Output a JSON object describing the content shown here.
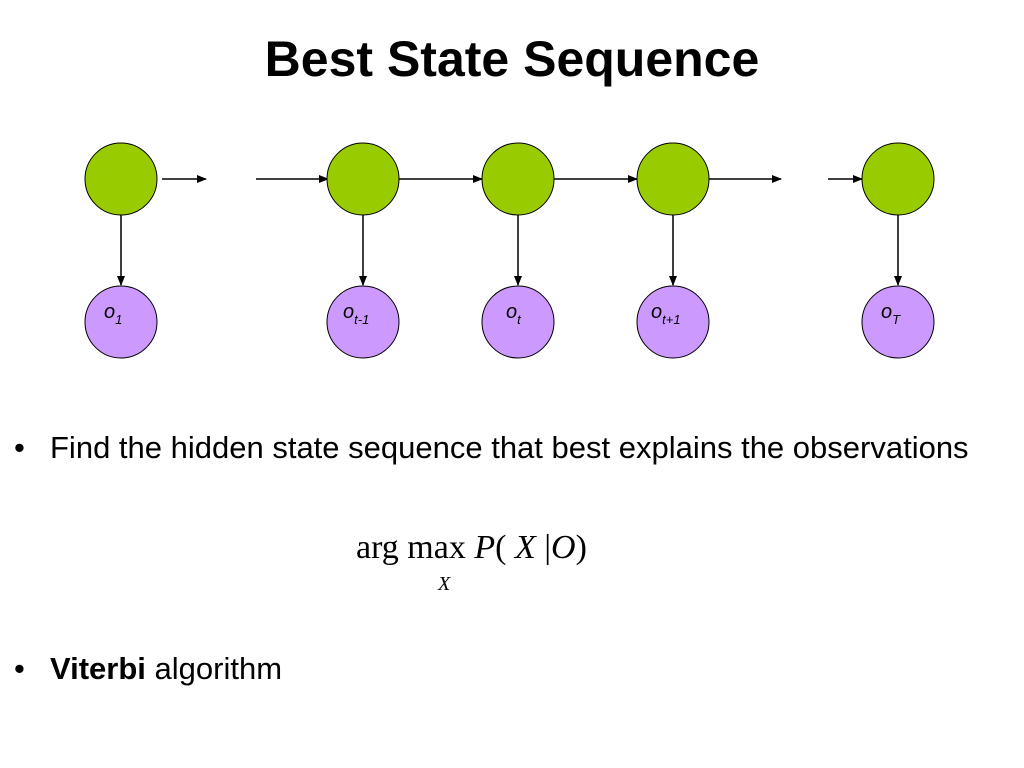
{
  "title": "Best State Sequence",
  "diagram": {
    "state_color": "#99cc00",
    "obs_color": "#cc99ff",
    "observations": [
      {
        "base": "o",
        "sub": "1"
      },
      {
        "base": "o",
        "sub": "t-1"
      },
      {
        "base": "o",
        "sub": "t"
      },
      {
        "base": "o",
        "sub": "t+1"
      },
      {
        "base": "o",
        "sub": "T"
      }
    ]
  },
  "bullets": {
    "b1_text": "Find the hidden state sequence that best explains the observations",
    "b2_bold": "Viterbi",
    "b2_rest": " algorithm",
    "bullet_symbol": "•"
  },
  "formula": {
    "arg": "arg max",
    "p": "P",
    "open": "(",
    "x": "X",
    "bar": " |",
    "o": "O",
    "close": ")",
    "sub": "X"
  }
}
